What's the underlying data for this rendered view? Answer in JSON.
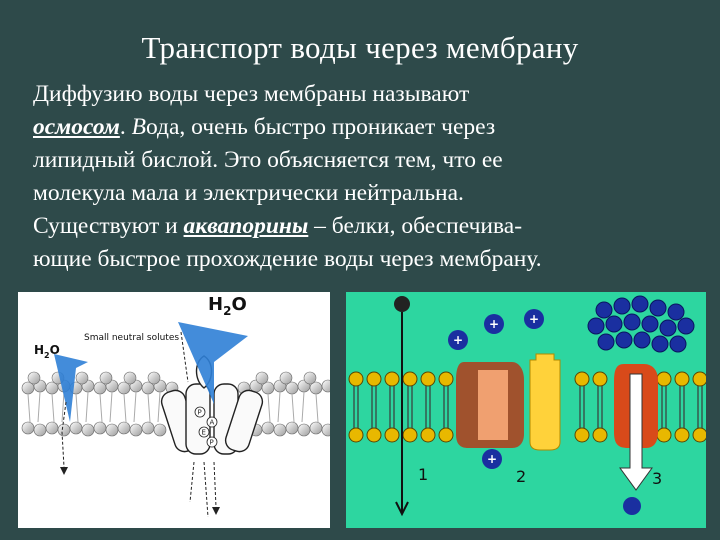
{
  "slide": {
    "title": "Транспорт воды через мембрану",
    "paragraph": {
      "line1": "Диффузию воды через мембраны называют",
      "term_osmos": "осмосом",
      "line2_mid": ". ",
      "line2_v": "В",
      "line2_rest": "ода, очень быстро проникает через",
      "line3": "липидный бислой. Это объясняется тем, что ее",
      "line4": "молекула мала и электрически нейтральна.",
      "line5_start": "Существуют и ",
      "term_aquaporins": "аквапорины",
      "line5_rest": " – белки, обеспечива-",
      "line6": "ющие быстрое прохождение воды через мембрану."
    }
  },
  "figure_left": {
    "h2o_top": "H",
    "h2o_top_sub": "2",
    "h2o_top_end": "O",
    "h2o_left": "H",
    "h2o_left_sub": "2",
    "h2o_left_end": "O",
    "solutes_label": "Small neutral solutes",
    "pore_letters": [
      "P",
      "A",
      "E",
      "P"
    ]
  },
  "figure_right": {
    "label_1": "1",
    "label_2": "2",
    "label_3": "3",
    "plus": "+",
    "colors": {
      "background": "#2dd6a0",
      "lipid_head": "#e8b800",
      "channel_brown": "#a0522d",
      "channel_yellow": "#ffd23a",
      "channel_red": "#d84a1a",
      "ion_blue": "#1a2fa0"
    }
  }
}
